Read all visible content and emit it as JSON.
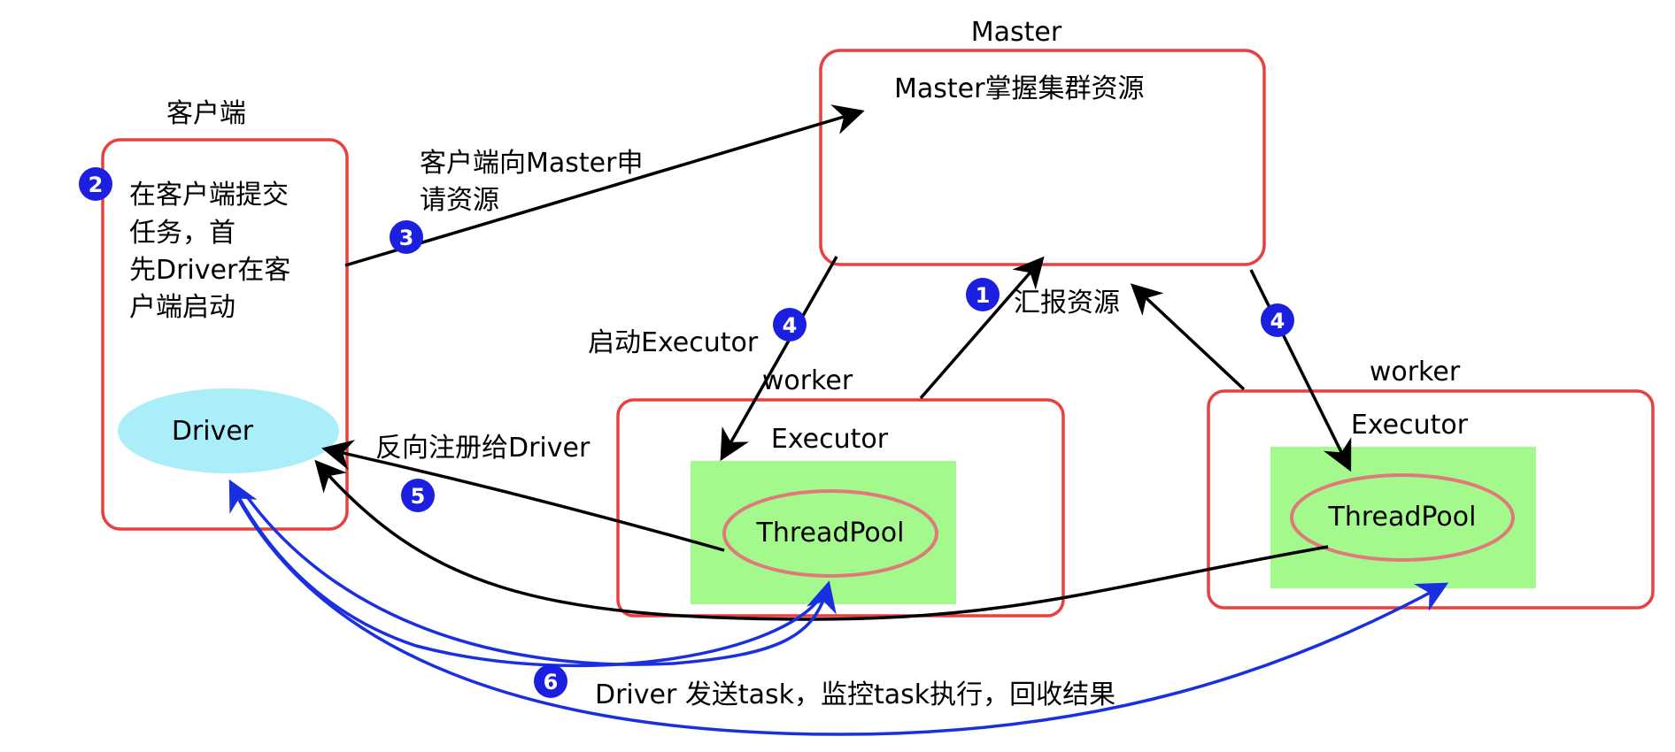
{
  "master": {
    "title": "Master",
    "desc": "Master掌握集群资源"
  },
  "client": {
    "title": "客户端",
    "desc_lines": [
      "在客户端提交",
      "任务，首",
      "先Driver在客",
      "户端启动"
    ],
    "driver": "Driver"
  },
  "workers": [
    {
      "title": "worker",
      "executor": "Executor",
      "pool": "ThreadPool"
    },
    {
      "title": "worker",
      "executor": "Executor",
      "pool": "ThreadPool"
    }
  ],
  "steps": {
    "s1": {
      "num": "1",
      "label": "汇报资源"
    },
    "s2": {
      "num": "2"
    },
    "s3": {
      "num": "3",
      "label_lines": [
        "客户端向Master申",
        "请资源"
      ]
    },
    "s4a": {
      "num": "4",
      "label": "启动Executor"
    },
    "s4b": {
      "num": "4"
    },
    "s5": {
      "num": "5",
      "label": "反向注册给Driver"
    },
    "s6": {
      "num": "6",
      "label": "Driver 发送task，监控task执行，回收结果"
    }
  },
  "colors": {
    "box_border": "#e8403f",
    "driver_fill": "#aaeefa",
    "pool_area": "#a3f98c",
    "pool_oval_border": "#e07a7a",
    "badge": "#1b1fe0",
    "blue_arrow": "#1a2fe0",
    "black_arrow": "#000000"
  }
}
